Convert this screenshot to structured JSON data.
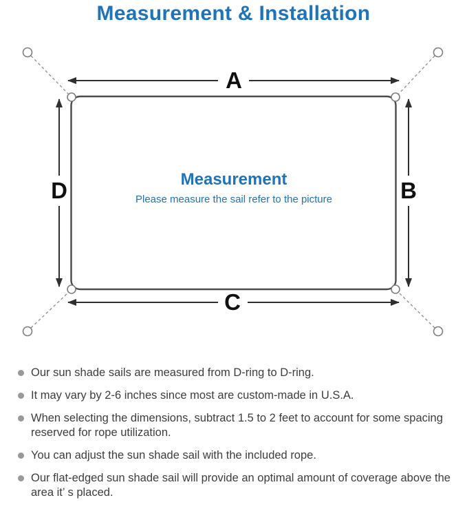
{
  "title": "Measurement & Installation",
  "diagram": {
    "center_title": "Measurement",
    "center_subtitle": "Please measure the sail refer to the picture",
    "labels": {
      "top": "A",
      "right": "B",
      "bottom": "C",
      "left": "D"
    },
    "accent_color": "#1e73b9",
    "line_color": "#2f2f2f"
  },
  "notes": [
    "Our sun shade sails are measured from D-ring to D-ring.",
    "It may vary by 2-6 inches since most are custom-made in U.S.A.",
    "When selecting the dimensions, subtract 1.5 to 2 feet to account for some spacing reserved for rope utilization.",
    "You can adjust the sun shade sail with the included rope.",
    "Our flat-edged sun shade sail will provide an optimal amount of coverage above the area it’ s placed."
  ]
}
